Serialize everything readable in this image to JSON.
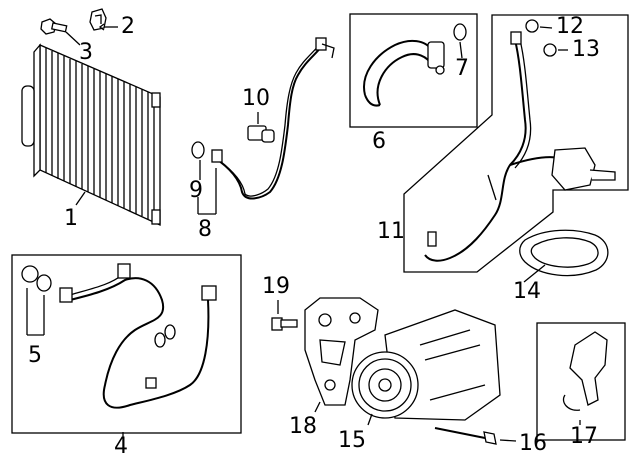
{
  "parts": [
    {
      "id": "1",
      "name": "condenser"
    },
    {
      "id": "2",
      "name": "bracket"
    },
    {
      "id": "3",
      "name": "bolt"
    },
    {
      "id": "4",
      "name": "suction-discharge-hose-group"
    },
    {
      "id": "5",
      "name": "o-rings"
    },
    {
      "id": "6",
      "name": "suction-hose-group"
    },
    {
      "id": "7",
      "name": "o-ring"
    },
    {
      "id": "8",
      "name": "liquid-line-group"
    },
    {
      "id": "9",
      "name": "o-ring"
    },
    {
      "id": "10",
      "name": "pressure-switch"
    },
    {
      "id": "11",
      "name": "line-assembly-group"
    },
    {
      "id": "12",
      "name": "o-ring"
    },
    {
      "id": "13",
      "name": "o-ring"
    },
    {
      "id": "14",
      "name": "gasket"
    },
    {
      "id": "15",
      "name": "compressor"
    },
    {
      "id": "16",
      "name": "bolt"
    },
    {
      "id": "17",
      "name": "connector-group"
    },
    {
      "id": "18",
      "name": "compressor-bracket"
    },
    {
      "id": "19",
      "name": "bolt"
    }
  ]
}
